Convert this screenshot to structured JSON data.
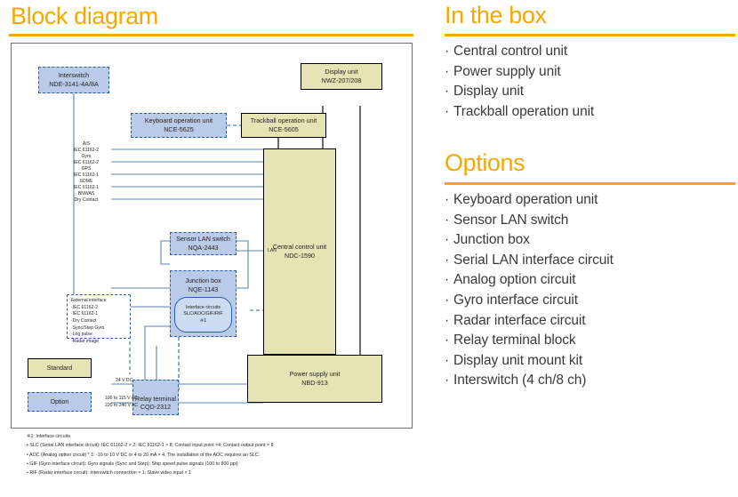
{
  "left": {
    "title": "Block diagram",
    "legend": [
      {
        "label": "Standard",
        "type": "standard"
      },
      {
        "label": "Option",
        "type": "option"
      }
    ],
    "nodes": [
      {
        "id": "interswitch",
        "name": "Interswitch",
        "model": "NDE-3141-4A/8A",
        "type": "option"
      },
      {
        "id": "display-unit",
        "name": "Display unit",
        "model": "NWZ-207/208",
        "type": "standard"
      },
      {
        "id": "keyboard-unit",
        "name": "Keyboard operation unit",
        "model": "NCE-5625",
        "type": "option"
      },
      {
        "id": "trackball-unit",
        "name": "Trackball operation unit",
        "model": "NCE-5605",
        "type": "standard"
      },
      {
        "id": "central-unit",
        "name": "Central control unit",
        "model": "NDC-1590",
        "type": "standard"
      },
      {
        "id": "sensor-lan",
        "name": "Sensor LAN switch",
        "model": "NQA-2443",
        "type": "option"
      },
      {
        "id": "junction-box",
        "name": "Junction box",
        "model": "NQE-1143",
        "type": "option"
      },
      {
        "id": "power-supply",
        "name": "Power supply unit",
        "model": "NBD-913",
        "type": "standard"
      },
      {
        "id": "relay-terminal",
        "name": "Relay terminal",
        "model": "CQD-2312",
        "type": "option"
      }
    ],
    "interface_circuits": {
      "line1": "Interface circuits",
      "line2": "SLC/AOC/GIF/RIF",
      "line3": "※1"
    },
    "lan_label": "LAN",
    "signals": [
      {
        "name": "AIS",
        "standard": "IEC 61162-2"
      },
      {
        "name": "Gyro",
        "standard": "IEC 61162-2"
      },
      {
        "name": "GPS",
        "standard": "IEC 61162-1"
      },
      {
        "name": "SDME",
        "standard": "IEC 61162-1"
      },
      {
        "name": "BNWAS",
        "standard": "Dry Contact"
      }
    ],
    "external_interface": {
      "heading": "External interface",
      "items": [
        "·IEC 61162-2",
        "·IEC 61162-1",
        "·Dry Contact",
        "·Sync/Step Gyro",
        "·Log pulse",
        "·Radar image"
      ]
    },
    "power_labels": {
      "dc": "24 V DC",
      "ac1": "100 to 115 V AC",
      "ac2": "220 to 240 V AC"
    },
    "footnotes": {
      "heading": "※1: Interface circuits",
      "items": [
        "• SLC (Serial LAN interface circuit): IEC 61162-2 × 2; IEC 61162-1 × 8; Contact input point ×4; Contact output point × 8",
        "• AOC (Analog option circuit) * 1: -10 to 10 V DC or 4 to 20 mA × 4. The installation of the AOC requires an SLC.",
        "• GIF (Gyro interface circuit): Gyro signals (Sync and Step); Ship speed pulse signals (100 to 800 ppi)",
        "• RIF (Radar interface circuit): Interswitch connection × 1; Slave video input × 1"
      ]
    }
  },
  "right": {
    "in_the_box": {
      "title": "In the box",
      "items": [
        "Central control unit",
        "Power supply unit",
        "Display unit",
        "Trackball operation unit"
      ]
    },
    "options": {
      "title": "Options",
      "items": [
        "Keyboard operation unit",
        "Sensor LAN switch",
        "Junction box",
        "Serial LAN interface circuit",
        "Analog option circuit",
        "Gyro interface circuit",
        "Radar interface circuit",
        "Relay terminal block",
        "Display unit mount kit",
        "Interswitch (4 ch/8 ch)"
      ]
    }
  },
  "colors": {
    "accent": "#f5a800",
    "standard_fill": "#e6e3b4",
    "option_fill": "#b9cbe8",
    "option_border": "#2c5fa8",
    "wire_blue": "#5b82b8",
    "wire_black": "#1a1a1a",
    "text": "#231f20"
  }
}
